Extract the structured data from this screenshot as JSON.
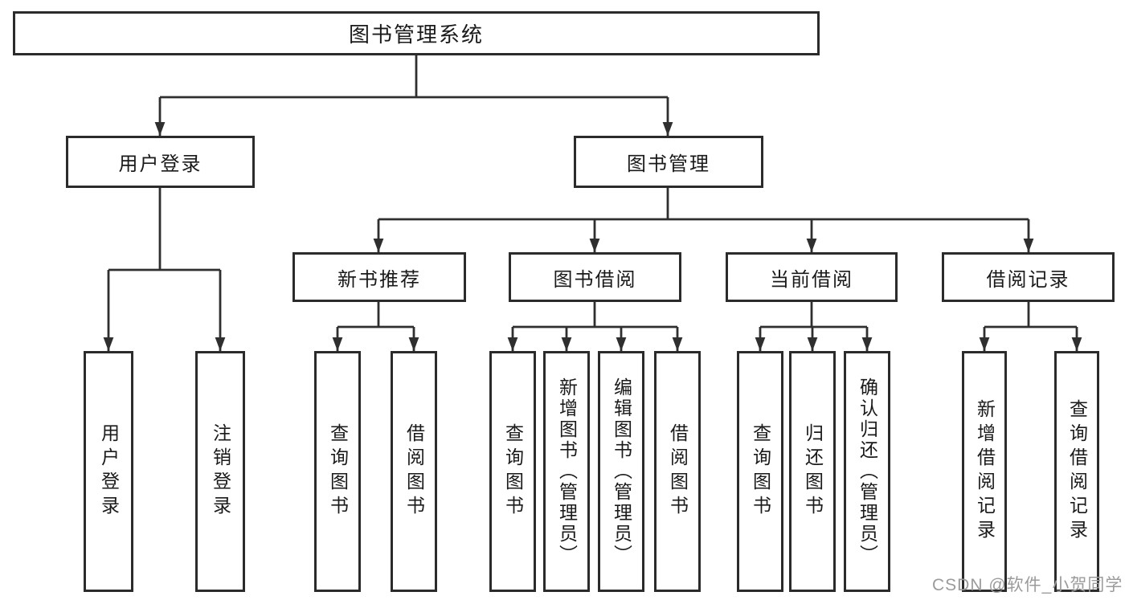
{
  "diagram": {
    "type": "hierarchy-diagram",
    "colors": {
      "line": "#2f2f2f",
      "box_border": "#2b2b2b",
      "box_fill": "#ffffff",
      "text": "#1a1a1a",
      "watermark": "#9b9b9b"
    },
    "tree": {
      "label": "图书管理系统",
      "children": [
        {
          "label": "用户登录",
          "children": [
            {
              "label": "用户登录"
            },
            {
              "label": "注销登录"
            }
          ]
        },
        {
          "label": "图书管理",
          "children": [
            {
              "label": "新书推荐",
              "children": [
                {
                  "label": "查询图书"
                },
                {
                  "label": "借阅图书"
                }
              ]
            },
            {
              "label": "图书借阅",
              "children": [
                {
                  "label": "查询图书"
                },
                {
                  "label": "新增图书（管理员）"
                },
                {
                  "label": "编辑图书（管理员）"
                },
                {
                  "label": "借阅图书"
                }
              ]
            },
            {
              "label": "当前借阅",
              "children": [
                {
                  "label": "查询图书"
                },
                {
                  "label": "归还图书"
                },
                {
                  "label": "确认归还（管理员）"
                }
              ]
            },
            {
              "label": "借阅记录",
              "children": [
                {
                  "label": "新增借阅记录"
                },
                {
                  "label": "查询借阅记录"
                }
              ]
            }
          ]
        }
      ]
    },
    "watermark": {
      "text": "CSDN @软件_小贺同学"
    }
  }
}
